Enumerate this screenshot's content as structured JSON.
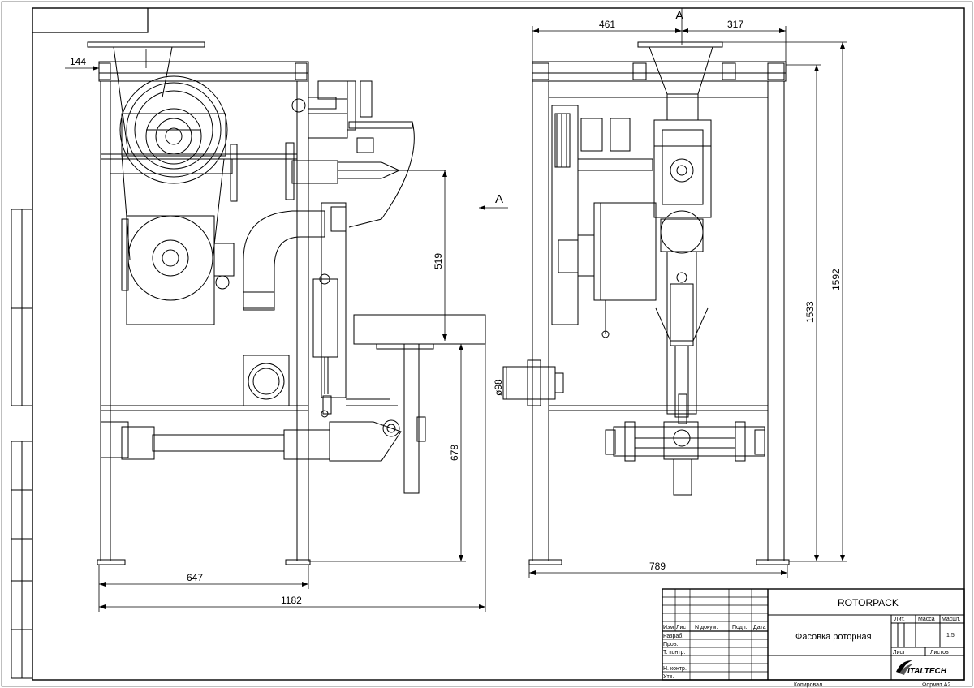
{
  "section_labels": {
    "top": "A",
    "side": "A"
  },
  "dimensions": {
    "d144": "144",
    "d519": "519",
    "d678": "678",
    "d647": "647",
    "d1182": "1182",
    "d461": "461",
    "d317": "317",
    "d1592": "1592",
    "d1533": "1533",
    "d789": "789",
    "d98": "ø98"
  },
  "title_block": {
    "company": "ROTORPACK",
    "product": "Фасовка роторная",
    "col_izm": "Изм",
    "col_list": "Лист",
    "col_ndok": "N докум.",
    "col_podp": "Подп.",
    "col_data": "Дата",
    "row_razrab": "Разраб.",
    "row_prov": "Пров.",
    "row_tkontr": "Т. контр.",
    "row_nkontr": "Н. контр.",
    "row_utv": "Утв.",
    "lit": "Лит.",
    "massa": "Масса",
    "masshtab": "Масшт.",
    "scale_value": "1:5",
    "list": "Лист",
    "listov": "Листов",
    "logo": "ITALTECH",
    "kopiroval": "Копировал",
    "format": "Формат А2"
  },
  "colors": {
    "line": "#000000",
    "background": "#ffffff"
  }
}
